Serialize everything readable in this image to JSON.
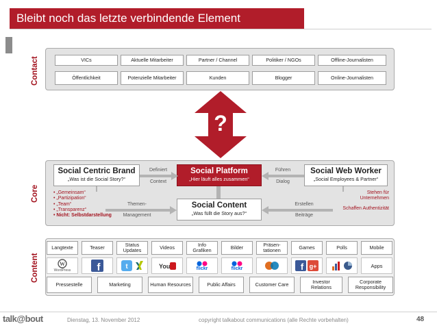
{
  "title": "Bleibt noch das letzte verbindende Element",
  "sections": {
    "contact": "Contact",
    "core": "Core",
    "content": "Content"
  },
  "contact_rows": [
    [
      "VICs",
      "Aktuelle Mitarbeiter",
      "Partner / Channel",
      "Politiker / NGOs",
      "Offline-Journalisten"
    ],
    [
      "Öffentlichkeit",
      "Potenzielle Mitarbeiter",
      "Kunden",
      "Blogger",
      "Online-Journalisten"
    ]
  ],
  "question_mark": "?",
  "core": {
    "brand": {
      "title": "Social Centric Brand",
      "subtitle": "„Was ist die Social Story?“"
    },
    "platform": {
      "title": "Social Platform",
      "subtitle": "„Hier läuft alles zusammen“"
    },
    "worker": {
      "title": "Social Web Worker",
      "subtitle": "„Social Employees & Partner“"
    },
    "content": {
      "title": "Social Content",
      "subtitle": "„Was füllt die Story aus?“"
    },
    "arrow_left": [
      "Definiert",
      "Context"
    ],
    "arrow_right": [
      "Führen",
      "Dialog"
    ],
    "arrow_theme": [
      "Themen-",
      "Management"
    ],
    "arrow_create": [
      "Erstellen",
      "Beiträge"
    ],
    "brand_list": [
      "„Gemeinsam“",
      "„Partizipation“",
      "„Team“",
      "„Transparenz“",
      "Nicht: Selbstdarstellung"
    ],
    "worker_list": [
      "Stehen für Unternehmen",
      "Schaffen Authentizität"
    ]
  },
  "content_row1": [
    "Langtexte",
    "Teaser",
    "Status Updates",
    "Videos",
    "Info Grafiken",
    "Bilder",
    "Präsen-tationen",
    "Games",
    "Polls",
    "Mobile"
  ],
  "content_icons": [
    {
      "icon": "wordpress-icon",
      "label": "WordPress"
    },
    {
      "icon": "facebook-icon",
      "label": ""
    },
    {
      "icon": "twitter-xing-icon",
      "label": ""
    },
    {
      "icon": "youtube-icon",
      "label": ""
    },
    {
      "icon": "flickr-icon",
      "label": "flickr"
    },
    {
      "icon": "flickr-icon",
      "label": "flickr"
    },
    {
      "icon": "slideshare-icon",
      "label": ""
    },
    {
      "icon": "facebook-google-icon",
      "label": ""
    },
    {
      "icon": "chart-icon",
      "label": ""
    },
    {
      "icon": "apps-icon",
      "label": "Apps"
    }
  ],
  "content_row3": [
    "Pressestelle",
    "Marketing",
    "Human Resources",
    "Public Affairs",
    "Customer Care",
    "Investor Relations",
    "Corporate Responsibility"
  ],
  "footer": {
    "logo_text": "talk@bout",
    "date": "Dienstag, 13. November 2012",
    "copyright": "copyright talkabout communications (alle Rechte vorbehalten)",
    "page": "48"
  },
  "colors": {
    "accent": "#b11d2a",
    "panel": "#e3e3e3"
  }
}
